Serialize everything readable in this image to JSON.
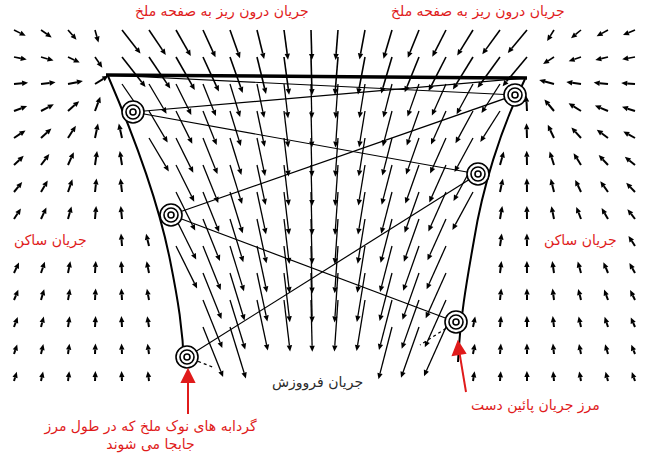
{
  "diagram": {
    "labels": [
      "جریان درون ریز به صفحه ملخ",
      "جریان درون ریز به صفحه ملخ",
      "جریان ساکن",
      "جریان ساکن",
      "جریان فرووزش",
      "مرز جریان پائین دست",
      "گردابه های نوک ملخ که در طول مرز جابجا می شوند"
    ]
  }
}
